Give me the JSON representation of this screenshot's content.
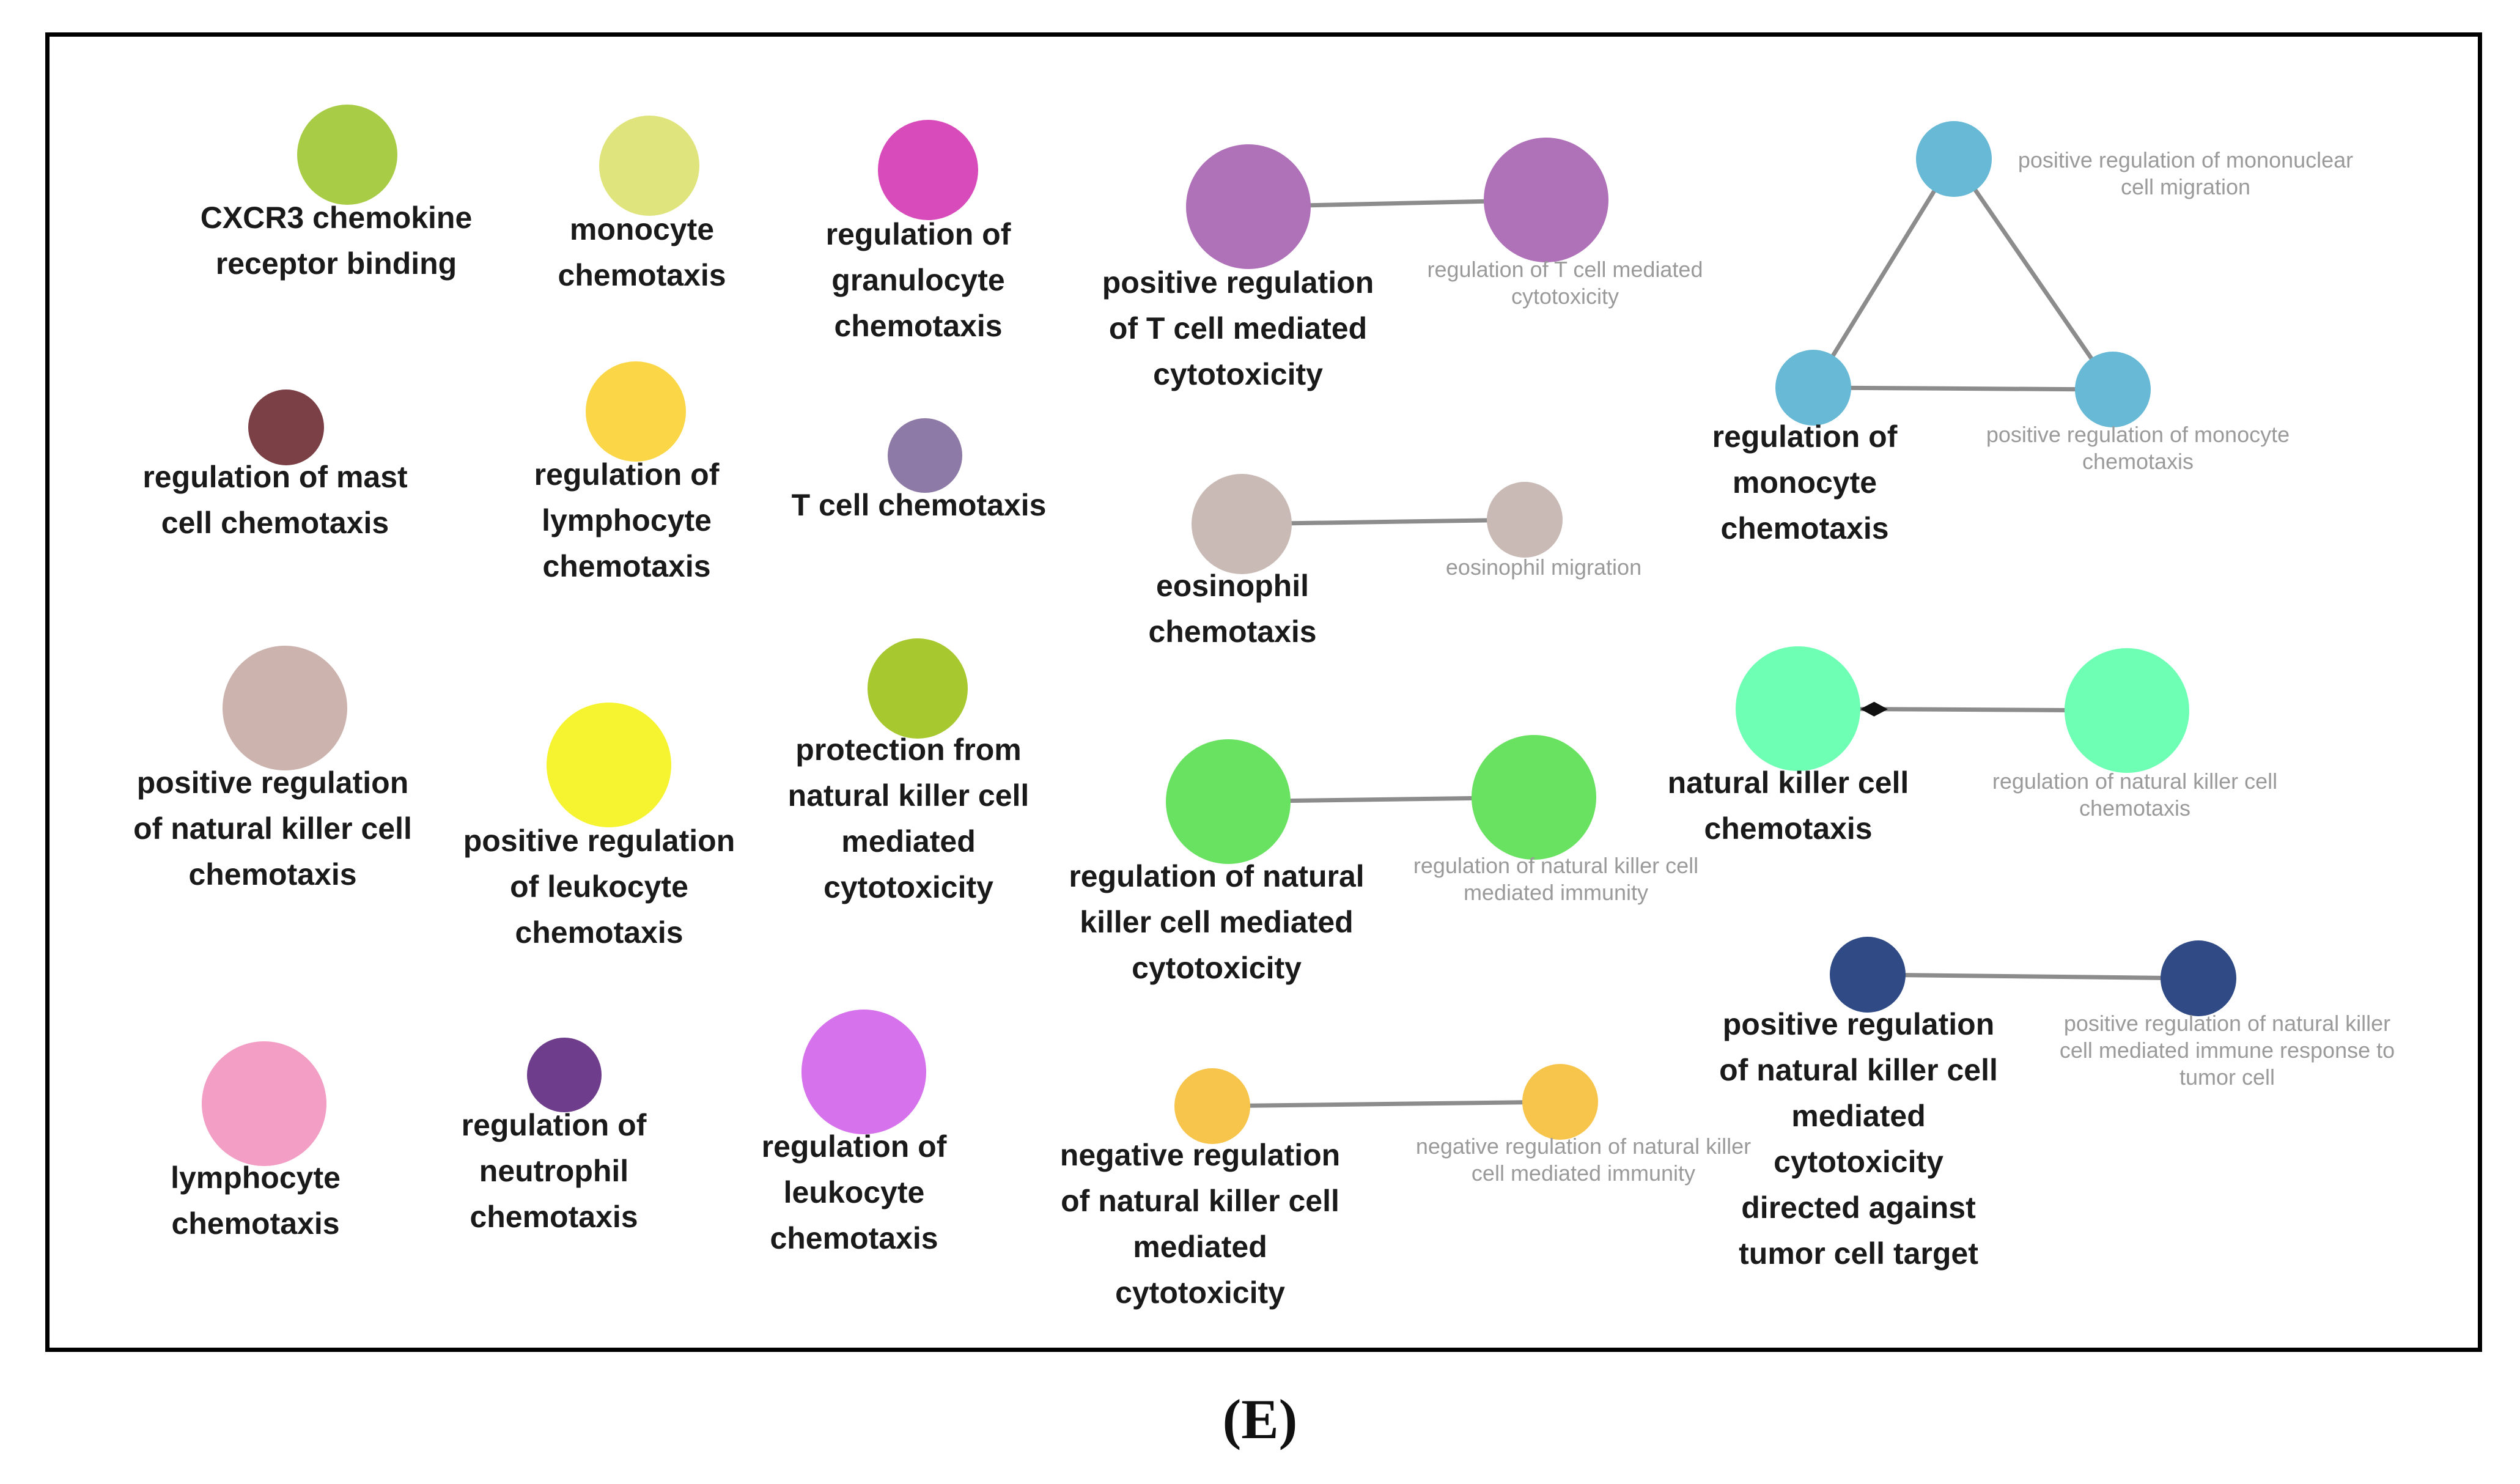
{
  "panel": "(E)",
  "nodes": [
    {
      "id": "cxcr3",
      "color": "#a8cc46",
      "lines": [
        "CXCR3 chemokine",
        "receptor binding"
      ],
      "style": "main"
    },
    {
      "id": "mono",
      "color": "#dfe47c",
      "lines": [
        "monocyte",
        "chemotaxis"
      ],
      "style": "main"
    },
    {
      "id": "granulo",
      "color": "#d84bbb",
      "lines": [
        "regulation of",
        "granulocyte",
        "chemotaxis"
      ],
      "style": "main"
    },
    {
      "id": "mast",
      "color": "#7b3f46",
      "lines": [
        "regulation of mast",
        "cell chemotaxis"
      ],
      "style": "main"
    },
    {
      "id": "lymphreg",
      "color": "#fbd646",
      "lines": [
        "regulation of",
        "lymphocyte",
        "chemotaxis"
      ],
      "style": "main"
    },
    {
      "id": "tcell",
      "color": "#8e7aa6",
      "lines": [
        "T cell chemotaxis"
      ],
      "style": "main"
    },
    {
      "id": "posnk",
      "color": "#ccb3ae",
      "lines": [
        "positive regulation",
        "of natural killer cell",
        "chemotaxis"
      ],
      "style": "main"
    },
    {
      "id": "posleuk",
      "color": "#f6f431",
      "lines": [
        "positive regulation",
        "of leukocyte",
        "chemotaxis"
      ],
      "style": "main"
    },
    {
      "id": "protect",
      "color": "#a8c82f",
      "lines": [
        "protection from",
        "natural killer cell",
        "mediated",
        "cytotoxicity"
      ],
      "style": "main"
    },
    {
      "id": "lymph",
      "color": "#f39ec4",
      "lines": [
        "lymphocyte",
        "chemotaxis"
      ],
      "style": "main"
    },
    {
      "id": "neutro",
      "color": "#6e3d8c",
      "lines": [
        "regulation of",
        "neutrophil",
        "chemotaxis"
      ],
      "style": "main"
    },
    {
      "id": "leukreg",
      "color": "#d672ec",
      "lines": [
        "regulation of",
        "leukocyte",
        "chemotaxis"
      ],
      "style": "main"
    },
    {
      "id": "posT",
      "color": "#af72b8",
      "lines": [
        "positive regulation",
        "of T cell mediated",
        "cytotoxicity"
      ],
      "style": "main"
    },
    {
      "id": "regT",
      "color": "#af72b8",
      "lines": [
        "regulation of T cell mediated",
        "cytotoxicity"
      ],
      "style": "sub"
    },
    {
      "id": "eos",
      "color": "#c9bab5",
      "lines": [
        "eosinophil",
        "chemotaxis"
      ],
      "style": "main"
    },
    {
      "id": "eosmig",
      "color": "#c9bab5",
      "lines": [
        "eosinophil migration"
      ],
      "style": "sub"
    },
    {
      "id": "nkcyto",
      "color": "#6ae261",
      "lines": [
        "regulation of natural",
        "killer cell mediated",
        "cytotoxicity"
      ],
      "style": "main"
    },
    {
      "id": "nkimm",
      "color": "#6ae261",
      "lines": [
        "regulation of natural killer cell",
        "mediated immunity"
      ],
      "style": "sub"
    },
    {
      "id": "negnk",
      "color": "#f7c54b",
      "lines": [
        "negative regulation",
        "of natural killer cell",
        "mediated",
        "cytotoxicity"
      ],
      "style": "main"
    },
    {
      "id": "negnkimm",
      "color": "#f7c54b",
      "lines": [
        "negative regulation of natural killer",
        "cell mediated immunity"
      ],
      "style": "sub"
    },
    {
      "id": "mononuc",
      "color": "#67b9d6",
      "lines": [
        "positive regulation of mononuclear",
        "cell migration"
      ],
      "style": "sub"
    },
    {
      "id": "regmono",
      "color": "#67b9d6",
      "lines": [
        "regulation of",
        "monocyte",
        "chemotaxis"
      ],
      "style": "main"
    },
    {
      "id": "posmono",
      "color": "#67b9d6",
      "lines": [
        "positive regulation of monocyte",
        "chemotaxis"
      ],
      "style": "sub"
    },
    {
      "id": "nkchemo",
      "color": "#6effb4",
      "lines": [
        "natural killer cell",
        "chemotaxis"
      ],
      "style": "main"
    },
    {
      "id": "regnkchemo",
      "color": "#6effb4",
      "lines": [
        "regulation of natural killer cell",
        "chemotaxis"
      ],
      "style": "sub"
    },
    {
      "id": "posnktumor",
      "color": "#2f4a85",
      "lines": [
        "positive regulation",
        "of natural killer cell",
        "mediated",
        "cytotoxicity",
        "directed against",
        "tumor cell target"
      ],
      "style": "main"
    },
    {
      "id": "posnkimmtumor",
      "color": "#2f4a85",
      "lines": [
        "positive regulation of natural killer",
        "cell mediated immune response to",
        "tumor cell"
      ],
      "style": "sub"
    }
  ],
  "edges": [
    {
      "from": "posT",
      "to": "regT"
    },
    {
      "from": "eos",
      "to": "eosmig"
    },
    {
      "from": "nkcyto",
      "to": "nkimm"
    },
    {
      "from": "negnk",
      "to": "negnkimm"
    },
    {
      "from": "mononuc",
      "to": "regmono"
    },
    {
      "from": "mononuc",
      "to": "posmono"
    },
    {
      "from": "regmono",
      "to": "posmono"
    },
    {
      "from": "nkchemo",
      "to": "regnkchemo",
      "arrow": true
    },
    {
      "from": "posnktumor",
      "to": "posnkimmtumor"
    }
  ]
}
